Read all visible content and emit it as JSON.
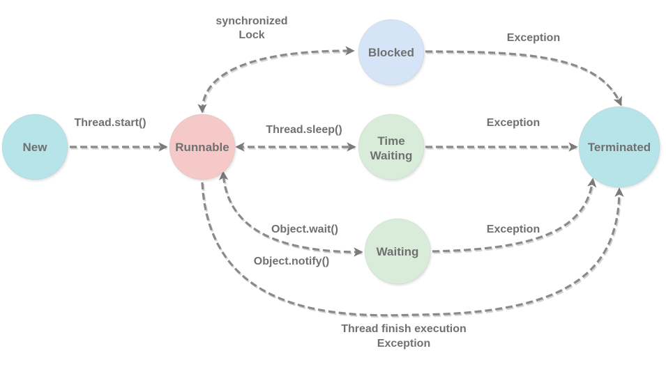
{
  "colors": {
    "new": "#b6e4e8",
    "runnable": "#f6c9c9",
    "blocked": "#d6e4f7",
    "time_waiting": "#d9ecd9",
    "waiting": "#d9ecd9",
    "terminated": "#b6e4e8",
    "edge": "#8a8a8a",
    "text": "#707070"
  },
  "states": {
    "new": "New",
    "runnable": "Runnable",
    "blocked": "Blocked",
    "time_waiting_line1": "Time",
    "time_waiting_line2": "Waiting",
    "waiting": "Waiting",
    "terminated": "Terminated"
  },
  "transitions": {
    "start": "Thread.start()",
    "sync_line1": "synchronized",
    "sync_line2": "Lock",
    "sleep": "Thread.sleep()",
    "wait": "Object.wait()",
    "notify": "Object.notify()",
    "blocked_exception": "Exception",
    "time_waiting_exception": "Exception",
    "waiting_exception": "Exception",
    "finish_line1": "Thread finish execution",
    "finish_line2": "Exception"
  }
}
